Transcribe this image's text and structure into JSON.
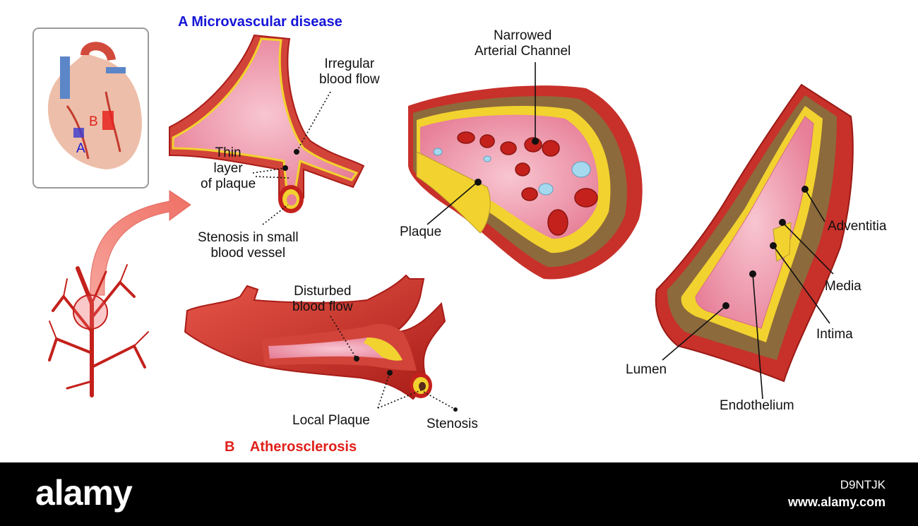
{
  "titles": {
    "a": "A  Microvascular disease",
    "b": "B    Atherosclerosis"
  },
  "inset": {
    "marker_a": "A",
    "marker_b": "B"
  },
  "labels": {
    "irregular_flow": [
      "Irregular",
      "blood flow"
    ],
    "thin_layer": [
      "Thin",
      "layer",
      "of plaque"
    ],
    "stenosis_small": [
      "Stenosis in small",
      "blood vessel"
    ],
    "narrowed": [
      "Narrowed",
      "Arterial Channel"
    ],
    "plaque": "Plaque",
    "disturbed_flow": [
      "Disturbed",
      "blood flow"
    ],
    "local_plaque": "Local Plaque",
    "stenosis": "Stenosis",
    "adventitia": "Adventitia",
    "media": "Media",
    "intima": "Intima",
    "lumen": "Lumen",
    "endothelium": "Endothelium"
  },
  "colors": {
    "title_a": "#1515d8",
    "title_b": "#e0201a",
    "vessel_red": "#c8302a",
    "plaque_yellow": "#f2d22e",
    "lumen_pink": "#f3a6b6",
    "brown": "#8c6a3c"
  },
  "footer": {
    "brand": "alamy",
    "image_code": "D9NTJK",
    "url": "www.alamy.com"
  }
}
